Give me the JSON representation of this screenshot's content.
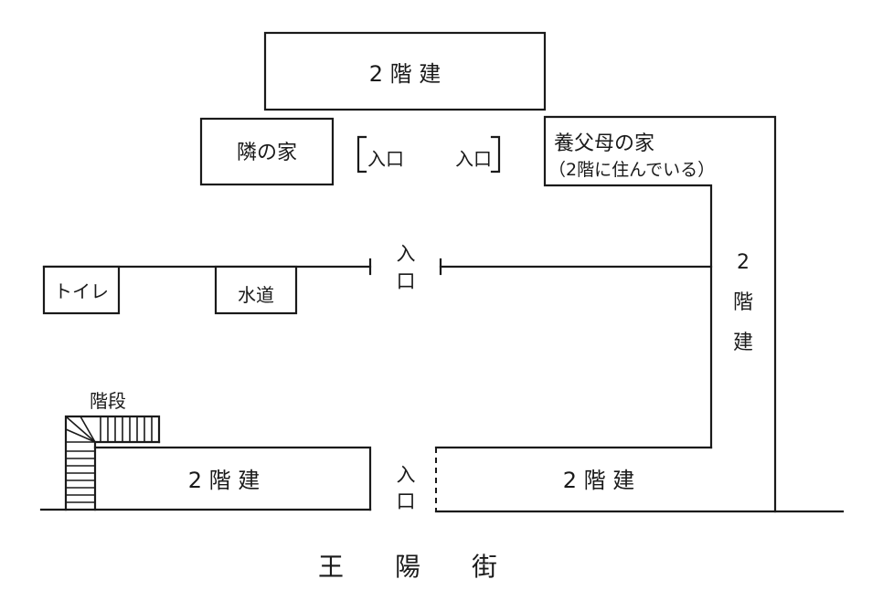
{
  "colors": {
    "ink": "#1a1a1a",
    "paper": "#ffffff"
  },
  "labels": {
    "top_building": "2 階 建",
    "neighbor_house": "隣の家",
    "entrance_left": "入口",
    "entrance_right": "入口",
    "foster_parents_house": "養父母の家",
    "foster_parents_note": "（2階に住んでいる）",
    "toilet": "トイレ",
    "water_tap": "水道",
    "center_entrance_top": "入",
    "center_entrance_bottom": "口",
    "right_building_1": "2",
    "right_building_2": "階",
    "right_building_3": "建",
    "stairs": "階段",
    "bottom_left_building": "2 階 建",
    "bottom_entrance_top": "入",
    "bottom_entrance_bottom": "口",
    "bottom_right_building": "2 階 建",
    "street": "王　　陽　　街"
  }
}
